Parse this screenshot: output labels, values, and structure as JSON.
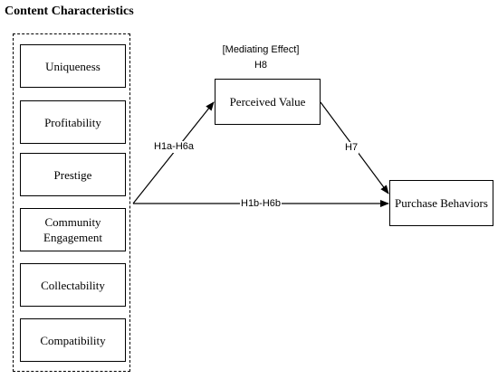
{
  "title": "Content Characteristics",
  "characteristics": [
    "Uniqueness",
    "Profitability",
    "Prestige",
    "Community Engagement",
    "Collectability",
    "Compatibility"
  ],
  "mediator": {
    "label": "Perceived Value",
    "note": "[Mediating Effect]",
    "hypothesis": "H8"
  },
  "outcome": {
    "label": "Purchase Behaviors"
  },
  "edges": {
    "to_mediator": "H1a-H6a",
    "direct": "H1b-H6b",
    "mediator_to_outcome": "H7"
  },
  "colors": {
    "line": "#000000",
    "background": "#ffffff"
  }
}
